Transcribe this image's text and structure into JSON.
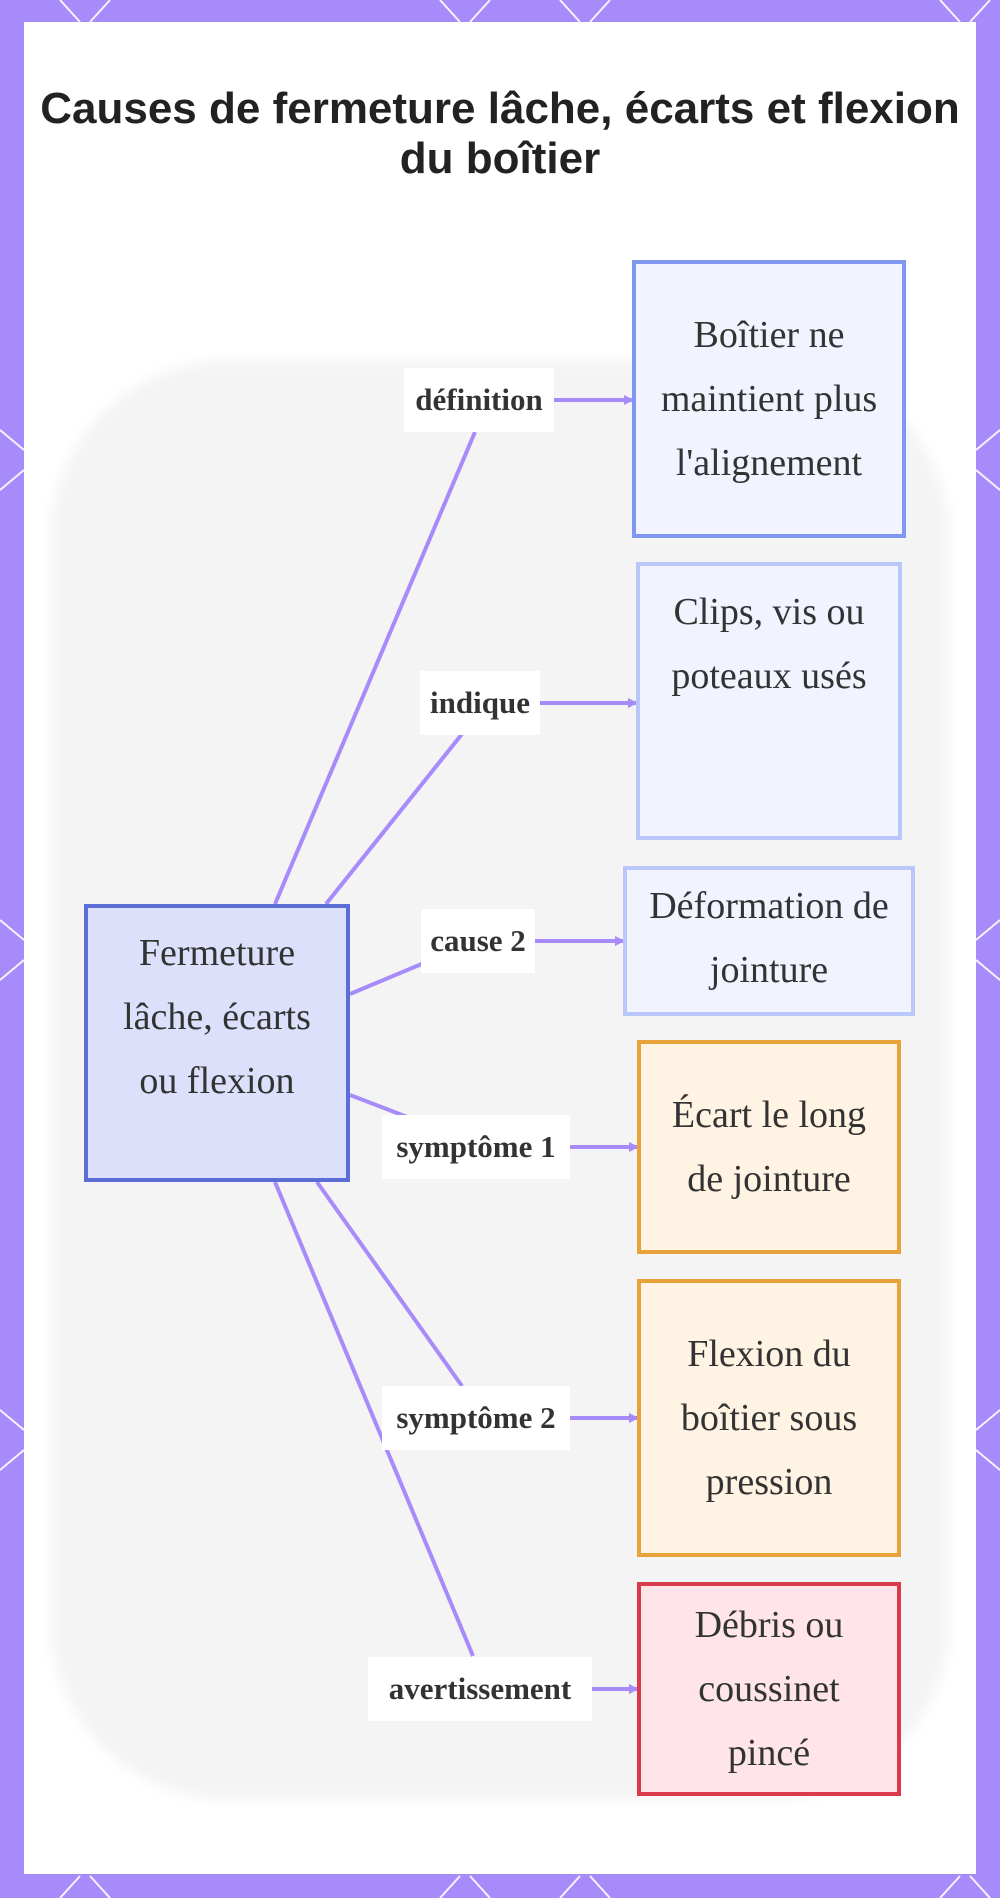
{
  "title": "Causes de fermeture lâche, écarts et flexion du boîtier",
  "colors": {
    "frame": "#a78bfa",
    "edge": "#a78bfa",
    "center_fill": "#dce0fb",
    "center_border": "#5b6ed6",
    "blue_fill": "#f1f4ff",
    "orange_fill": "#fff3e3",
    "orange_border": "#e8a23a",
    "red_fill": "#ffe5ea",
    "red_border": "#d93a4c"
  },
  "center": {
    "text": "Fermeture lâche, écarts ou flexion"
  },
  "edges": [
    {
      "label": "définition",
      "target": "Boîtier ne maintient plus l'alignement"
    },
    {
      "label": "indique",
      "target": "Clips, vis ou poteaux usés"
    },
    {
      "label": "cause 2",
      "target": "Déformation de jointure"
    },
    {
      "label": "symptôme 1",
      "target": "Écart le long de jointure"
    },
    {
      "label": "symptôme 2",
      "target": "Flexion du boîtier sous pression"
    },
    {
      "label": "avertissement",
      "target": "Débris ou coussinet pincé"
    }
  ]
}
